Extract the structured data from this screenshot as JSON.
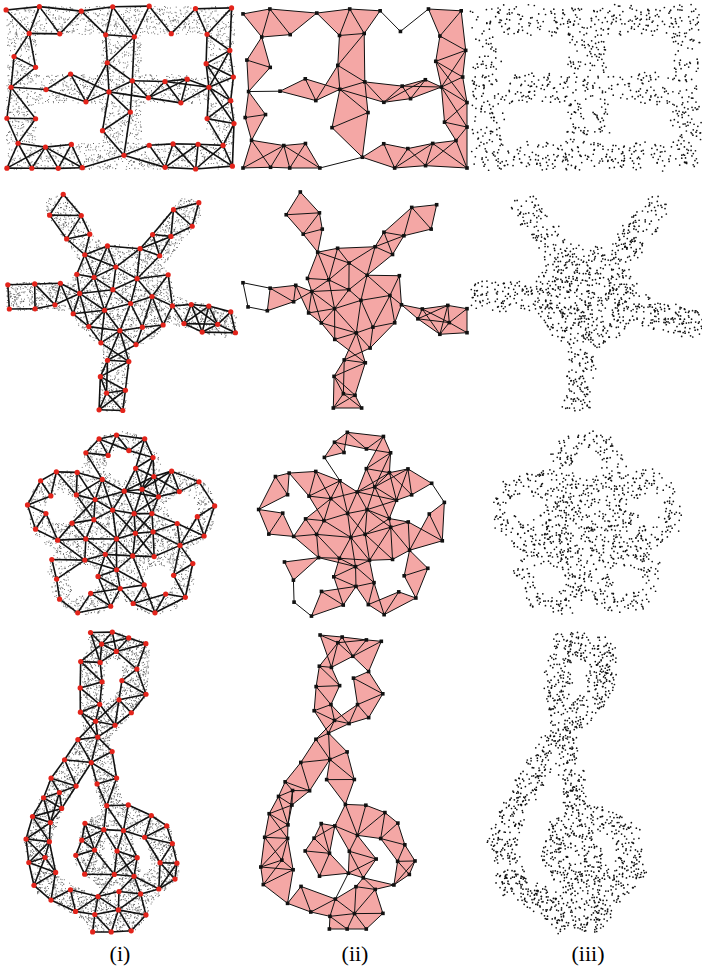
{
  "diagram": {
    "labels": [
      "(i)",
      "(ii)",
      "(iii)"
    ]
  }
}
